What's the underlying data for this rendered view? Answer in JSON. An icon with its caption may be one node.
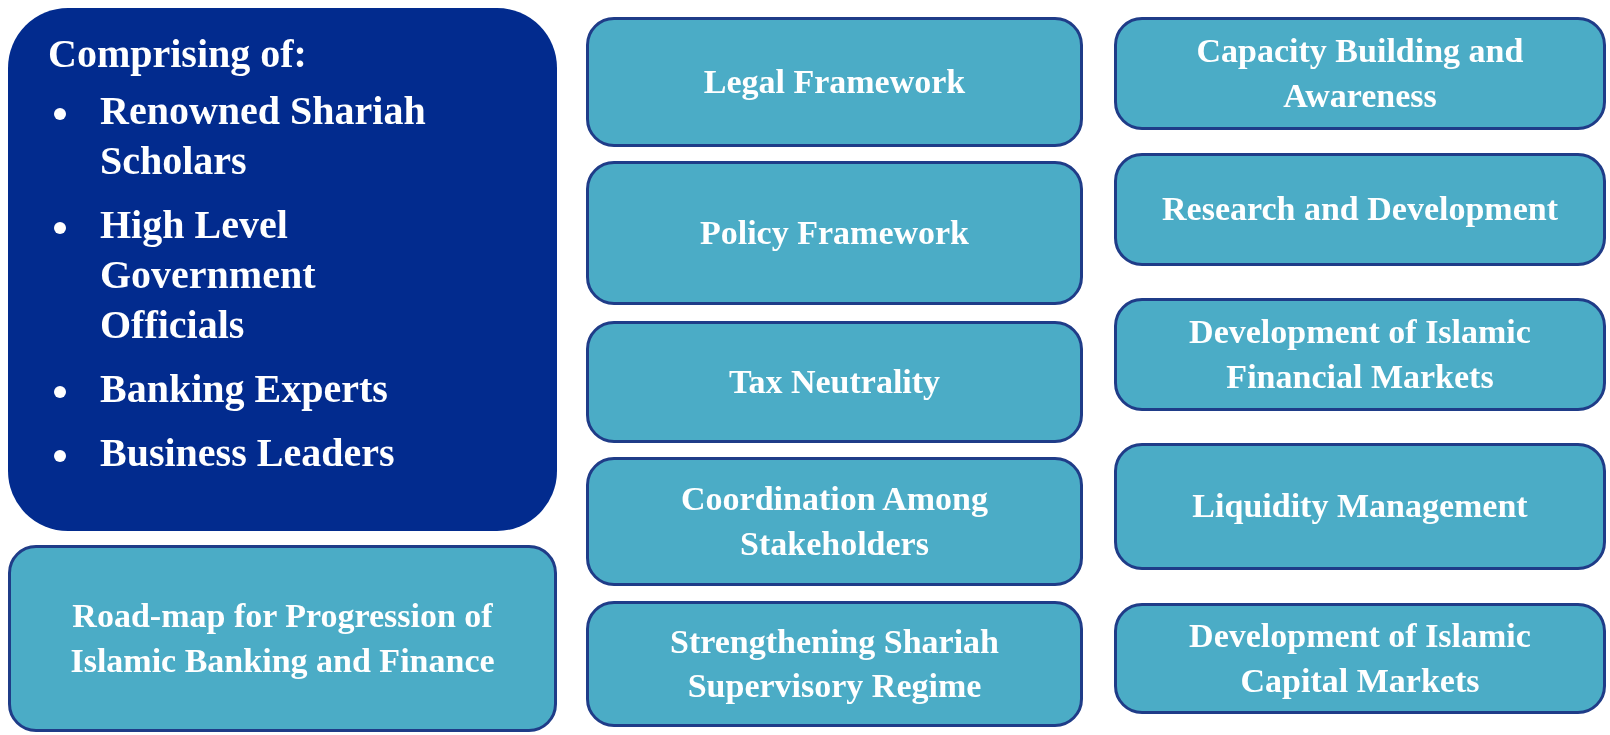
{
  "diagram": {
    "nodes": [
      {
        "text": [
          "Comprising of:",
          "Renowned Shariah Scholars",
          "High Level Government Officials",
          "Banking Experts",
          "Business Leaders"
        ]
      },
      {
        "text": [
          "Road-map for Progression of Islamic Banking and Finance"
        ]
      },
      {
        "text": [
          "Legal Framework"
        ]
      },
      {
        "text": [
          "Policy Framework"
        ]
      },
      {
        "text": [
          "Tax Neutrality"
        ]
      },
      {
        "text": [
          "Coordination Among Stakeholders"
        ]
      },
      {
        "text": [
          "Strengthening Shariah Supervisory Regime"
        ]
      },
      {
        "text": [
          "Capacity Building and Awareness"
        ]
      },
      {
        "text": [
          "Research and Development"
        ]
      },
      {
        "text": [
          "Development of Islamic Financial Markets"
        ]
      },
      {
        "text": [
          "Liquidity Management"
        ]
      },
      {
        "text": [
          "Development of Islamic Capital Markets"
        ]
      }
    ]
  }
}
